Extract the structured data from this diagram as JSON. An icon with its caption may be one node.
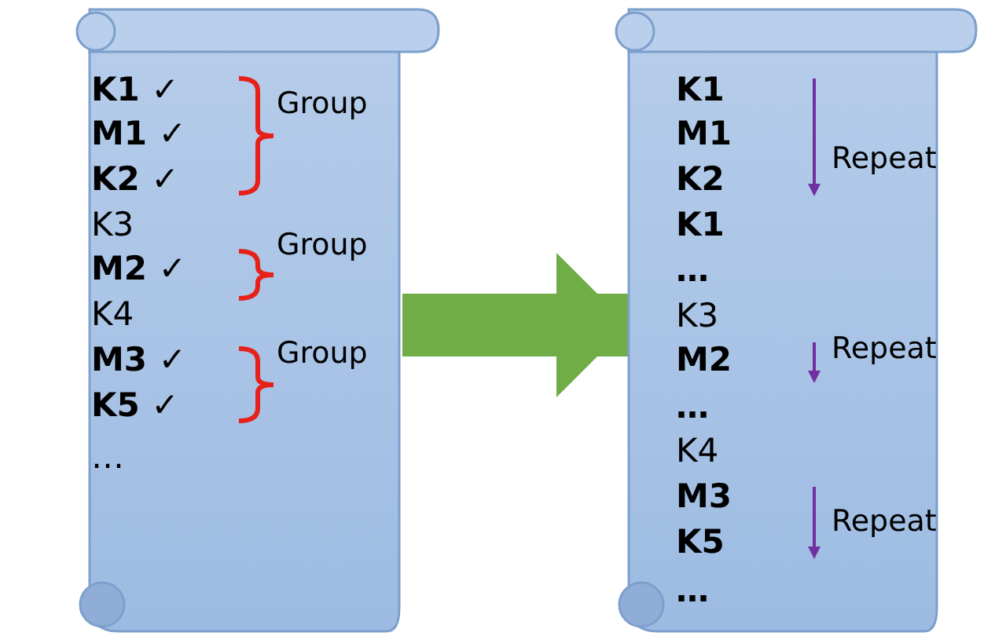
{
  "diagram": {
    "nodes": [
      {
        "text": [
          "K1 ✓",
          "M1 ✓",
          "K2 ✓",
          "K3",
          "M2 ✓",
          "K4",
          "M3 ✓",
          "K5 ✓",
          "…"
        ]
      },
      {
        "text": [
          "K1",
          "M1",
          "K2",
          "K1",
          "…",
          "K3",
          "M2",
          "…",
          "K4",
          "M3",
          "K5",
          "…"
        ]
      }
    ],
    "edges": [
      {
        "from": 0,
        "to": 1,
        "arrow": "to"
      }
    ],
    "labels": [
      "Group",
      "Group",
      "Group",
      "Repeat",
      "Repeat",
      "Repeat"
    ]
  }
}
